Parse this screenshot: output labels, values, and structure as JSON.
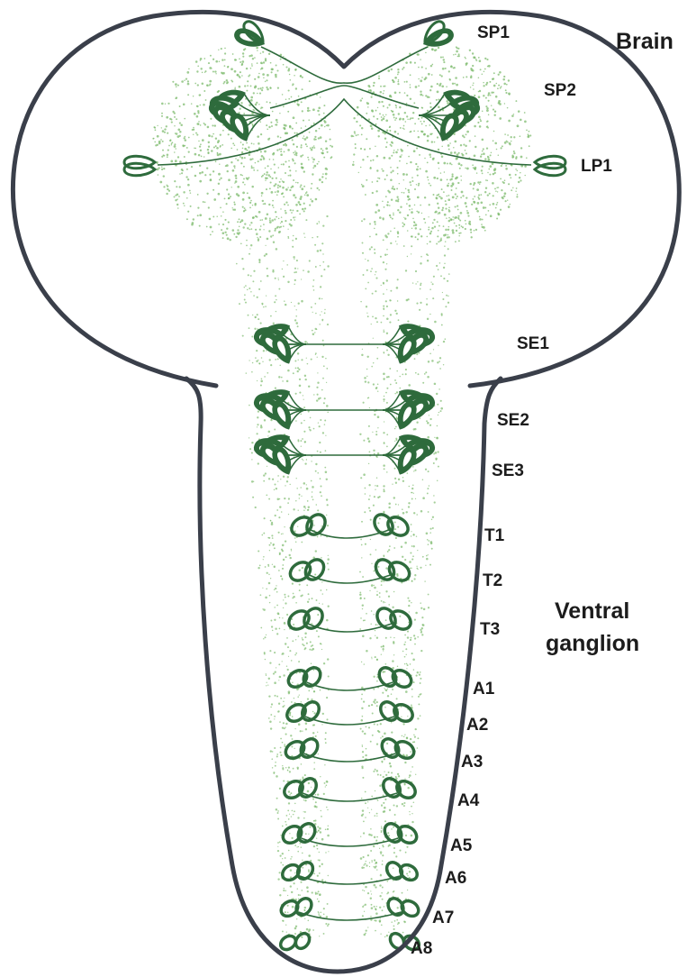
{
  "diagram": {
    "region_labels": {
      "brain": "Brain",
      "ventral_line1": "Ventral",
      "ventral_line2": "ganglion"
    },
    "segments": {
      "SP1": "SP1",
      "SP2": "SP2",
      "LP1": "LP1",
      "SE1": "SE1",
      "SE2": "SE2",
      "SE3": "SE3",
      "T1": "T1",
      "T2": "T2",
      "T3": "T3",
      "A1": "A1",
      "A2": "A2",
      "A3": "A3",
      "A4": "A4",
      "A5": "A5",
      "A6": "A6",
      "A7": "A7",
      "A8": "A8"
    },
    "colors": {
      "outline": "#3a3f4a",
      "neuron": "#2e6b3c",
      "neuropil": "#7dbb6e"
    }
  }
}
